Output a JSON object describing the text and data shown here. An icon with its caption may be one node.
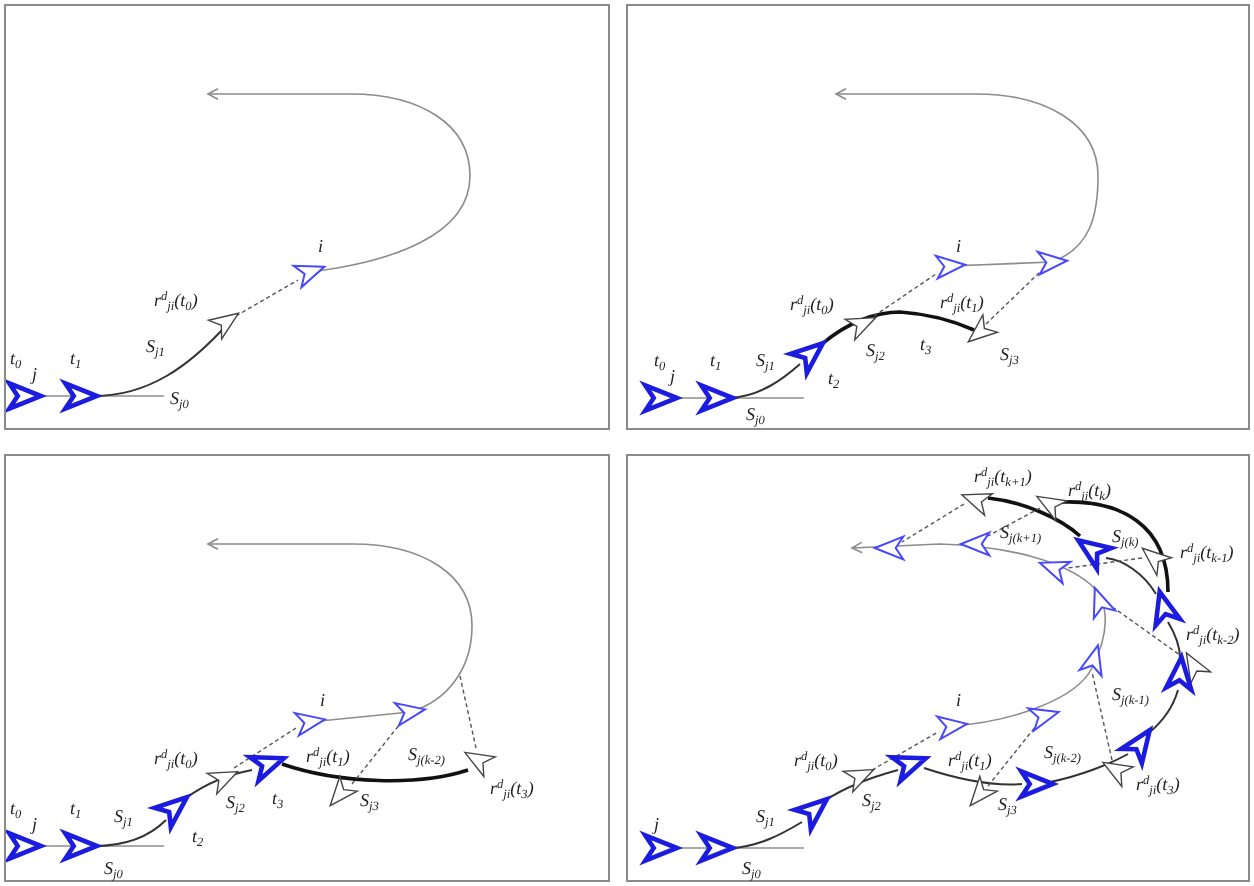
{
  "diagram": {
    "labels": [
      "i",
      "r$^{d}$$_{ji}$(t$_{0}$)",
      "S$_{j1}$",
      "t$_{0}$",
      "t$_{1}$",
      "j",
      "S$_{j0}$",
      "i",
      "r$^{d}$$_{ji}$(t$_{0}$)",
      "r$^{d}$$_{ji}$(t$_{1}$)",
      "S$_{j2}$",
      "t$_{3}$",
      "S$_{j3}$",
      "S$_{j1}$",
      "t$_{0}$",
      "t$_{1}$",
      "j",
      "t$_{2}$",
      "S$_{j0}$",
      "i",
      "S$_{j(k-2)}$",
      "r$^{d}$$_{ji}$(t$_{0}$)",
      "r$^{d}$$_{ji}$(t$_{1}$)",
      "r$^{d}$$_{ji}$(t$_{3}$)",
      "S$_{j2}$",
      "t$_{3}$",
      "S$_{j3}$",
      "t$_{0}$",
      "t$_{1}$",
      "S$_{j1}$",
      "j",
      "t$_{2}$",
      "S$_{j0}$",
      "r$^{d}$$_{ji}$(t$_{k+1}$)",
      "r$^{d}$$_{ji}$(t$_{k}$)",
      "S$_{j(k+1)}$",
      "S$_{j(k)}$",
      "r$^{d}$$_{ji}$(t$_{k-1}$)",
      "r$^{d}$$_{ji}$(t$_{k-2}$)",
      "S$_{j(k-1)}$",
      "i",
      "r$^{d}$$_{ji}$(t$_{0}$)",
      "S$_{j(k-2)}$",
      "r$^{d}$$_{ji}$(t$_{1}$)",
      "r$^{d}$$_{ji}$(t$_{3}$)",
      "S$_{j2}$",
      "S$_{j3}$",
      "S$_{j1}$",
      "j",
      "S$_{j0}$"
    ]
  }
}
